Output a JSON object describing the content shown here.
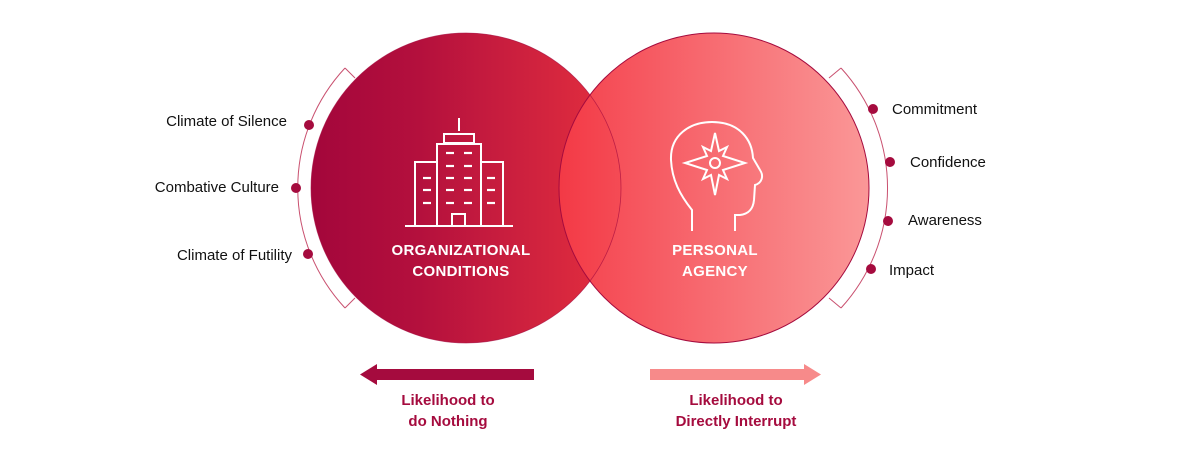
{
  "left_circle": {
    "title_line1": "ORGANIZATIONAL",
    "title_line2": "CONDITIONS",
    "icon": "building-icon"
  },
  "right_circle": {
    "title_line1": "PERSONAL",
    "title_line2": "AGENCY",
    "icon": "head-compass-icon"
  },
  "left_factors": [
    "Climate of Silence",
    "Combative Culture",
    "Climate of Futility"
  ],
  "right_factors": [
    "Commitment",
    "Confidence",
    "Awareness",
    "Impact"
  ],
  "left_arrow": {
    "line1": "Likelihood to",
    "line2": "do Nothing"
  },
  "right_arrow": {
    "line1": "Likelihood to",
    "line2": "Directly Interrupt"
  },
  "colors": {
    "dark": "#a50b3e",
    "mid": "#f43a47",
    "light": "#f99393",
    "arrow_light": "#f78a8a"
  }
}
